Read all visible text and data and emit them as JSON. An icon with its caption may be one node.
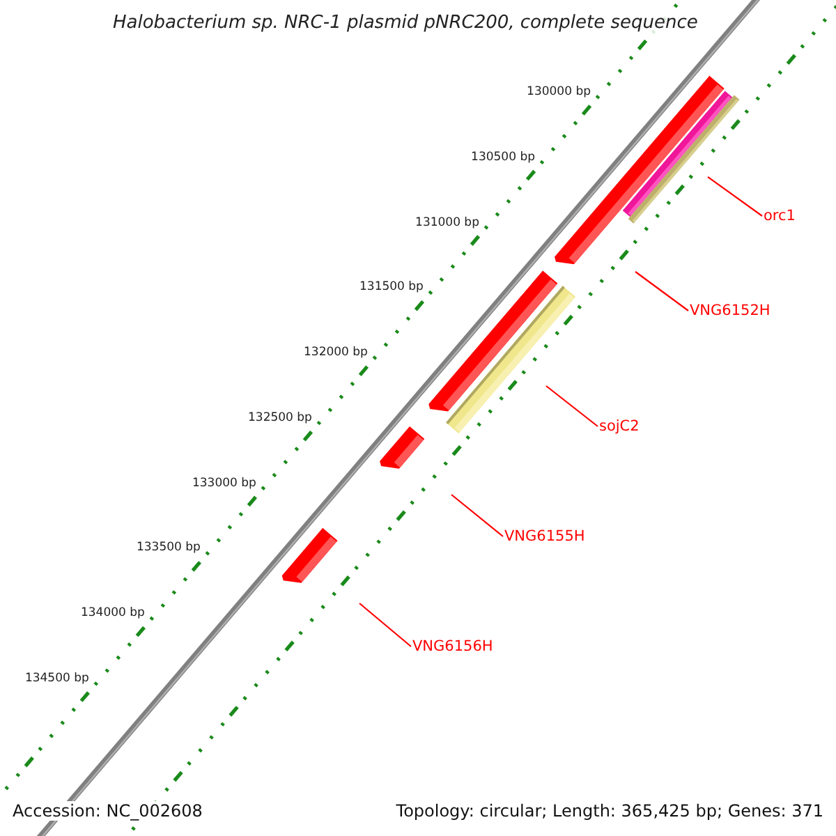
{
  "diagram": {
    "title": "Halobacterium sp. NRC-1 plasmid pNRC200, complete sequence",
    "nodes": [
      {
        "text": [
          "orc1"
        ]
      },
      {
        "text": [
          "VNG6152H"
        ]
      },
      {
        "text": [
          "sojC2"
        ]
      },
      {
        "text": [
          "VNG6155H"
        ]
      },
      {
        "text": [
          "VNG6156H"
        ]
      }
    ],
    "edges": [
      {
        "from": 0,
        "to": null,
        "arrow": "none"
      },
      {
        "from": 1,
        "to": null,
        "arrow": "none"
      },
      {
        "from": 2,
        "to": null,
        "arrow": "none"
      },
      {
        "from": 3,
        "to": null,
        "arrow": "none"
      },
      {
        "from": 4,
        "to": null,
        "arrow": "none"
      }
    ],
    "labels": [
      "130000 bp",
      "130500 bp",
      "131000 bp",
      "131500 bp",
      "132000 bp",
      "132500 bp",
      "133000 bp",
      "133500 bp",
      "134000 bp",
      "134500 bp",
      "Accession: NC_002608",
      "Topology: circular; Length: 365,425 bp; Genes: 371"
    ]
  }
}
